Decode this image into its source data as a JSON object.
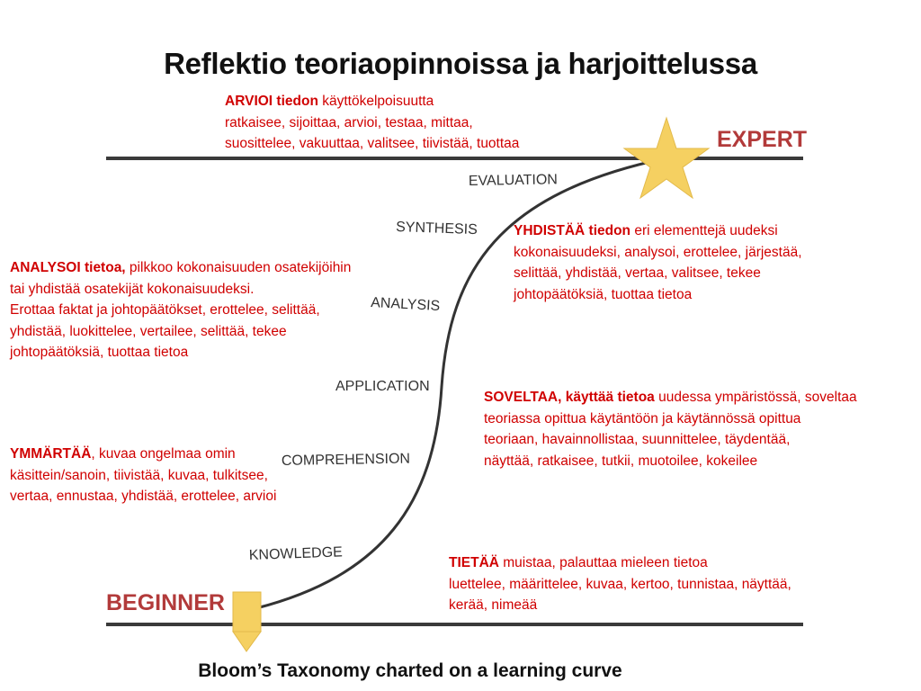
{
  "title": "Reflektio teoriaopinnoissa ja harjoittelussa",
  "caption": "Bloom’s Taxonomy charted on a learning curve",
  "labels": {
    "expert": "EXPERT",
    "beginner": "BEGINNER"
  },
  "stages": {
    "evaluation": "EVALUATION",
    "synthesis": "SYNTHESIS",
    "analysis": "ANALYSIS",
    "application": "APPLICATION",
    "comprehension": "COMPREHENSION",
    "knowledge": "KNOWLEDGE"
  },
  "notes": {
    "arvioi": {
      "head": "ARVIOI  tiedon",
      "rest": " käyttökelpoisuutta",
      "lines": [
        "ratkaisee, sijoittaa, arvioi, testaa, mittaa,",
        "suosittelee, vakuuttaa, valitsee, tiivistää, tuottaa"
      ]
    },
    "yhdista": {
      "head": "YHDISTÄÄ tiedon",
      "rest": " eri elementtejä uudeksi",
      "lines": [
        "kokonaisuudeksi, analysoi, erottelee, järjestää,",
        "selittää, yhdistää, vertaa, valitsee, tekee",
        "johtopäätöksiä, tuottaa tietoa"
      ]
    },
    "analysoi": {
      "head": "ANALYSOI tietoa,",
      "rest": " pilkkoo kokonaisuuden osatekijöihin",
      "lines": [
        "tai yhdistää osatekijät kokonaisuudeksi.",
        "Erottaa faktat ja johtopäätökset, erottelee, selittää,",
        "yhdistää, luokittelee, vertailee, selittää, tekee",
        "johtopäätöksiä, tuottaa tietoa"
      ]
    },
    "soveltaa": {
      "head": "SOVELTAA, käyttää tietoa",
      "rest": " uudessa ympäristössä, soveltaa",
      "lines": [
        "teoriassa opittua käytäntöön ja käytännössä opittua",
        "teoriaan, havainnollistaa, suunnittelee, täydentää,",
        "näyttää, ratkaisee, tutkii, muotoilee, kokeilee"
      ]
    },
    "ymmarta": {
      "head": "YMMÄRTÄÄ",
      "rest": ", kuvaa ongelmaa omin",
      "lines": [
        "käsittein/sanoin,  tiivistää, kuvaa, tulkitsee,",
        "vertaa, ennustaa, yhdistää, erottelee, arvioi"
      ]
    },
    "tietaa": {
      "head": "TIETÄÄ",
      "rest": " muistaa, palauttaa mieleen tietoa",
      "lines": [
        "luettelee, määrittelee, kuvaa, kertoo, tunnistaa, näyttää,",
        "kerää, nimeää"
      ]
    }
  },
  "colors": {
    "note_text": "#d00000",
    "label": "#b23a3a",
    "line": "#3a3a3a",
    "curve": "#333333",
    "star": "#f5d061",
    "pencil": "#f5d061"
  },
  "icons": {
    "expert_marker": "star-icon",
    "beginner_marker": "pencil-icon"
  }
}
